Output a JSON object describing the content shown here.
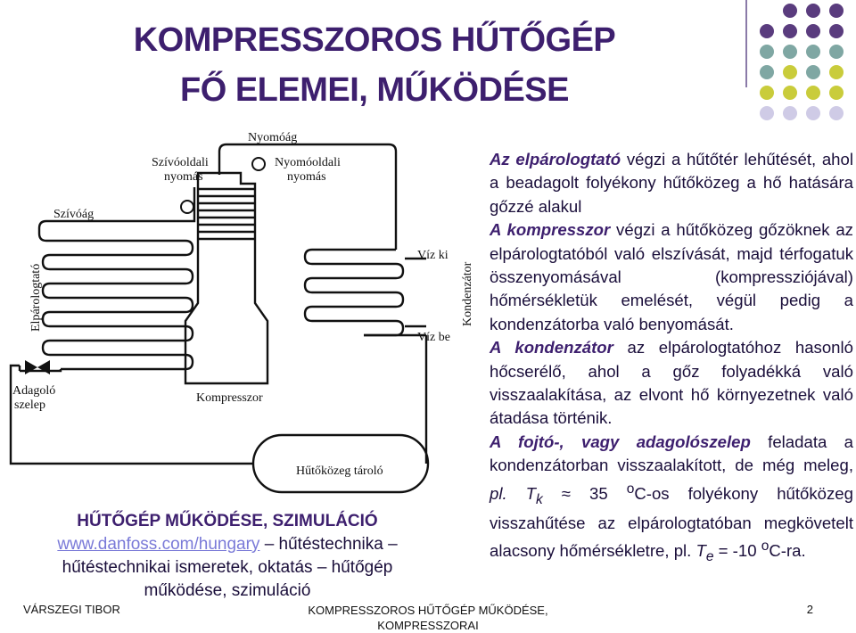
{
  "title": {
    "line1": "KOMPRESSZOROS HŰTŐGÉP",
    "line2": "FŐ ELEMEI, MŰKÖDÉSE"
  },
  "diagram": {
    "labels": {
      "nyomoag": "Nyomóág",
      "szivooldali_1": "Szívóoldali",
      "szivooldali_2": "nyomás",
      "nyomooldali_1": "Nyomóoldali",
      "nyomooldali_2": "nyomás",
      "szivoag": "Szívóág",
      "elparologtato": "Elpárologtató",
      "viz_ki": "Víz ki",
      "viz_be": "Víz be",
      "kondenzator": "Kondenzátor",
      "adagolo_1": "Adagoló",
      "adagolo_2": "szelep",
      "kompresszor": "Kompresszor",
      "hutokozeg_tarolo": "Hűtőközeg tároló"
    }
  },
  "text": {
    "p1_a": "Az elpárologtató",
    "p1_b": " végzi a hűtőtér lehűtését, ahol a beadagolt folyékony hűtőközeg a hő hatására gőzzé alakul",
    "p2_a": "A kompresszor",
    "p2_b": " végzi a hűtőközeg gőzöknek az elpárologtatóból való elszívását, majd térfogatuk összenyomásával (kompressziójával) hőmérsékletük emelését, végül pedig a kondenzátorba való benyomását.",
    "p3_a": "A kondenzátor",
    "p3_b": " az elpárologtatóhoz hasonló hőcserélő, ahol a gőz folyadékká való visszaalakítása, az elvont hő környezetnek való átadása történik.",
    "p4_a": "A fojtó-, vagy adagolószelep",
    "p4_b": " feladata a kondenzátorban visszaalakított, de még meleg, ",
    "p4_pl": "pl. T",
    "p4_k": "k",
    "p4_approx": " ≈ 35 ",
    "p4_o1": "o",
    "p4_c": "C-os folyékony hűtőközeg visszahűtése az elpárologtatóban megkövetelt alacsony hőmérsékletre, pl. ",
    "p4_te": "T",
    "p4_e": "e",
    "p4_eq": " = -10 ",
    "p4_o2": "o",
    "p4_end": "C-ra."
  },
  "simulation": {
    "heading": "HŰTŐGÉP MŰKÖDÉSE, SZIMULÁCIÓ",
    "link": "www.danfoss.com/hungary",
    "line2_rest": " – hűtéstechnika –",
    "line3": "hűtéstechnikai ismeretek, oktatás – hűtőgép",
    "line4": "működése, szimuláció"
  },
  "footer": {
    "author": "VÁRSZEGI TIBOR",
    "center_1": "KOMPRESSZOROS HŰTŐGÉP MŰKÖDÉSE,",
    "center_2": "KOMPRESSZORAI",
    "page": "2"
  },
  "colors": {
    "title": "#3d1f6e",
    "dot_purple": "#5a3c7e",
    "dot_teal": "#7fa7a3",
    "dot_yellow": "#c9cc3b",
    "dot_lavender": "#cfcbe6"
  }
}
